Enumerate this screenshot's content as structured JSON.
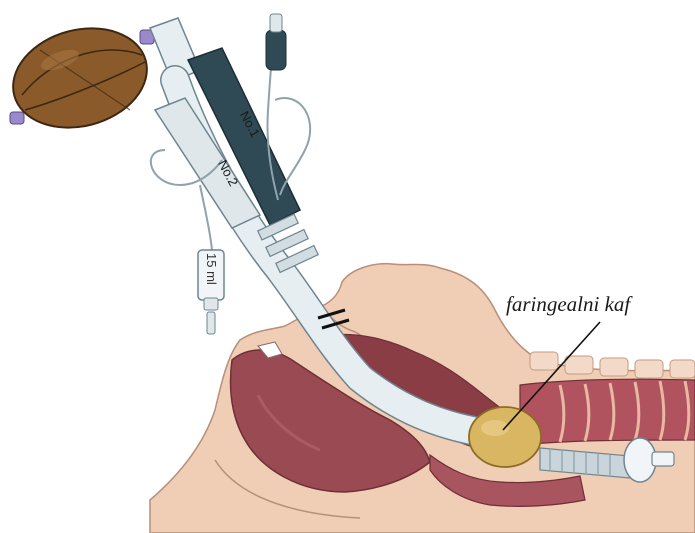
{
  "labels": {
    "cuff": "faringealni kaf",
    "tube_no1": "No.1",
    "tube_no2": "No.2",
    "syringe_volume": "15 ml"
  },
  "colors": {
    "bag": "#8a5a2a",
    "tube_dark": "#2f4a55",
    "tube_light": "#e6eef2",
    "skin": "#f0cdb5",
    "tissue": "#9a4a52",
    "cuff": "#d9b661"
  }
}
